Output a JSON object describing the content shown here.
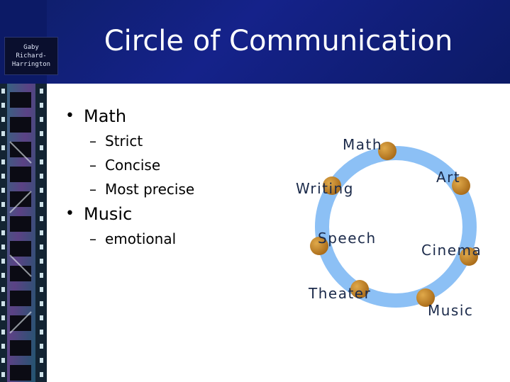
{
  "slide": {
    "title": "Circle of Communication",
    "author": [
      "Gaby",
      "Richard-",
      "Harrington"
    ]
  },
  "bullets": [
    {
      "text": "Math",
      "sub": [
        "Strict",
        "Concise",
        "Most precise"
      ]
    },
    {
      "text": "Music",
      "sub": [
        "emotional"
      ]
    }
  ],
  "diagram": {
    "ring_color": "#8cc0f5",
    "node_color": "#c98a2a",
    "nodes": [
      "Math",
      "Art",
      "Writing",
      "Speech",
      "Cinema",
      "Theater",
      "Music"
    ]
  }
}
